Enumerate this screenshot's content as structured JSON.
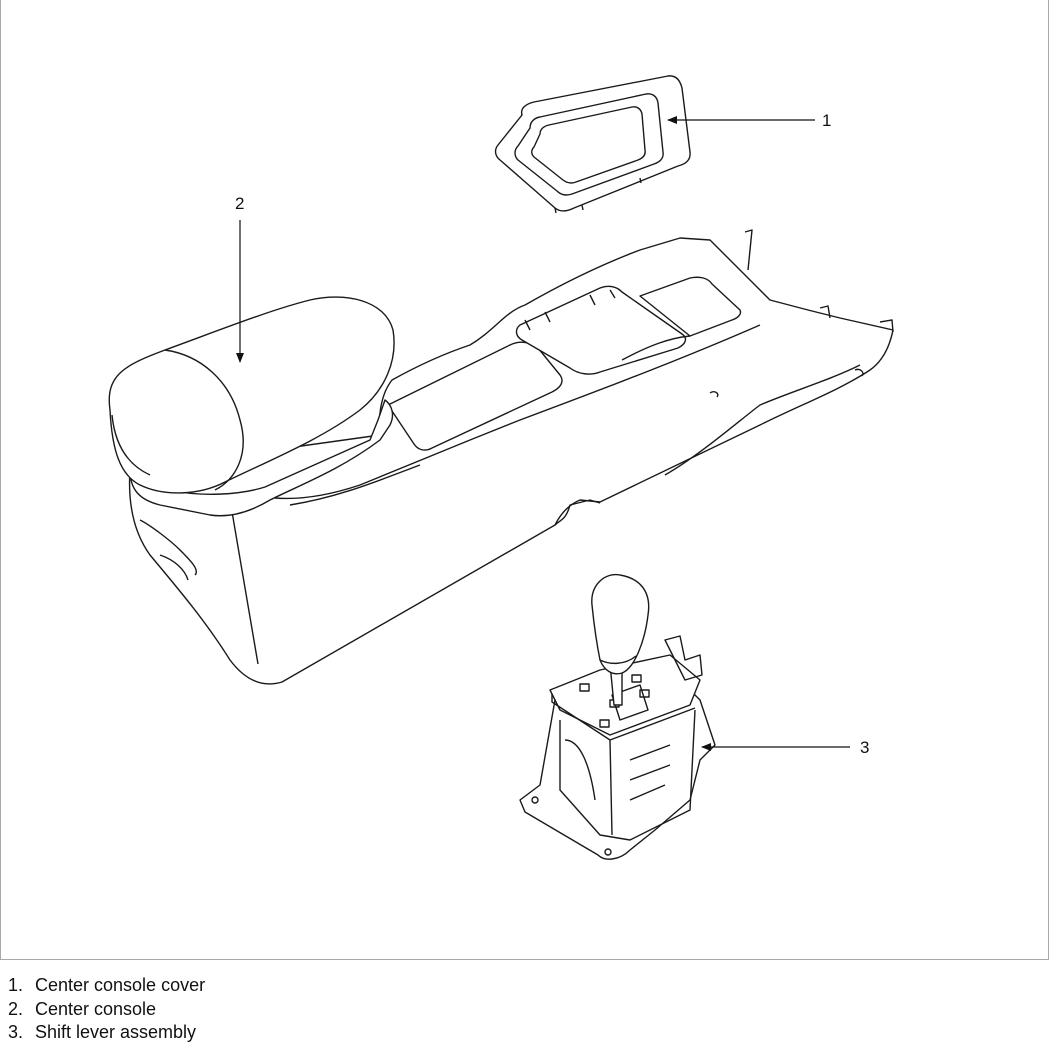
{
  "callouts": [
    {
      "id": "1",
      "label": "1"
    },
    {
      "id": "2",
      "label": "2"
    },
    {
      "id": "3",
      "label": "3"
    }
  ],
  "legend": [
    {
      "number": "1.",
      "text": "Center console cover"
    },
    {
      "number": "2.",
      "text": "Center console"
    },
    {
      "number": "3.",
      "text": "Shift lever assembly"
    }
  ],
  "colors": {
    "line": "#1a1a1a",
    "fill": "#ffffff",
    "frame": "#a8a8a8"
  }
}
